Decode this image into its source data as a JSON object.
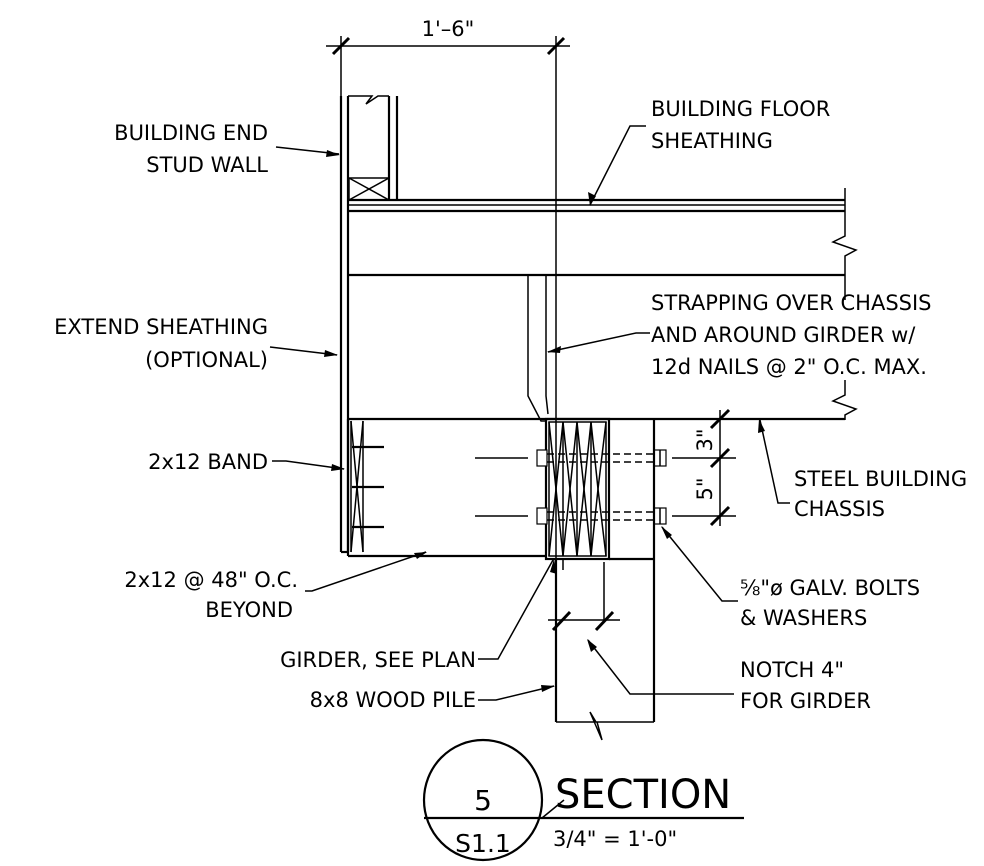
{
  "dimension_top": "1'–6\"",
  "dimension_3": "3\"",
  "dimension_5": "5\"",
  "labels": {
    "building_end_1": "BUILDING END",
    "building_end_2": "STUD WALL",
    "floor_1": "BUILDING FLOOR",
    "floor_2": "SHEATHING",
    "extend_1": "EXTEND SHEATHING",
    "extend_2": "(OPTIONAL)",
    "strap_1": "STRAPPING OVER CHASSIS",
    "strap_2": "AND AROUND GIRDER w/",
    "strap_3": "12d NAILS @ 2\" O.C. MAX.",
    "band": "2x12 BAND",
    "steel_1": "STEEL BUILDING",
    "steel_2": "CHASSIS",
    "joist_1": "2x12 @ 48\" O.C.",
    "joist_2": "BEYOND",
    "bolts_1": "⅝\"ø GALV. BOLTS",
    "bolts_2": "& WASHERS",
    "girder": "GIRDER, SEE PLAN",
    "notch_1": "NOTCH 4\"",
    "notch_2": "FOR GIRDER",
    "pile": "8x8 WOOD PILE"
  },
  "title": {
    "number": "5",
    "sheet": "S1.1",
    "name": "SECTION",
    "scale": "3/4\" = 1'-0\""
  }
}
